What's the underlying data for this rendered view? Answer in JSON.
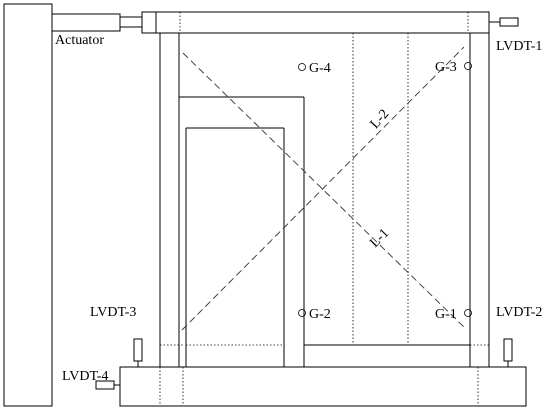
{
  "labels": {
    "actuator": "Actuator",
    "lvdt1": "LVDT-1",
    "lvdt2": "LVDT-2",
    "lvdt3": "LVDT-3",
    "lvdt4": "LVDT-4",
    "g1": "G-1",
    "g2": "G-2",
    "g3": "G-3",
    "g4": "G-4",
    "l1": "L-1",
    "l2": "L-2"
  }
}
